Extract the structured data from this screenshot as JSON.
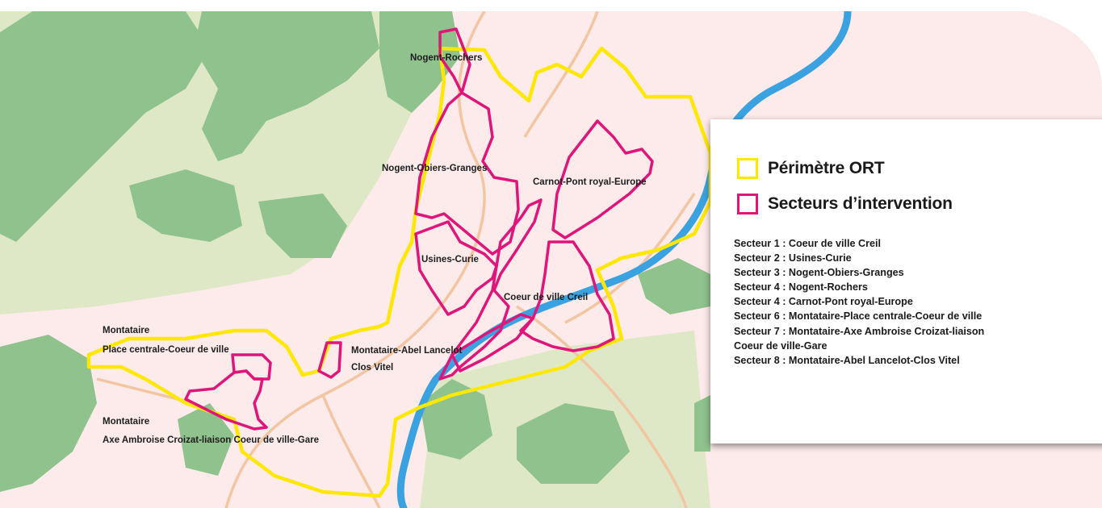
{
  "colors": {
    "background": "#fdeaea",
    "forest": "#8fc28c",
    "land": "#dfe8c6",
    "river": "#3aa2e0",
    "roads": "#f2c6a2",
    "ort_perimeter": "#ffe800",
    "intervention_sectors": "#e0157a"
  },
  "map_labels": {
    "nogent_rochers": "Nogent-Rochers",
    "nogent_obiers_granges": "Nogent-Obiers-Granges",
    "carnot_pont_royal_europe": "Carnot-Pont royal-Europe",
    "usines_curie": "Usines-Curie",
    "coeur_de_ville_creil": "Coeur de ville Creil",
    "montataire_place_line1": "Montataire",
    "montataire_place_line2": "Place centrale-Coeur de ville",
    "montataire_abel_line1": "Montataire-Abel Lancelot",
    "montataire_abel_line2": "Clos Vitel",
    "montataire_axe_line1": "Montataire",
    "montataire_axe_line2": "Axe Ambroise Croizat-liaison Coeur de ville-Gare"
  },
  "legend": {
    "ort_label": "Périmètre ORT",
    "sectors_label": "Secteurs d’intervention",
    "sectors": [
      "Secteur 1 : Coeur de ville Creil",
      "Secteur 2 : Usines-Curie",
      "Secteur 3 : Nogent-Obiers-Granges",
      "Secteur 4 : Nogent-Rochers",
      "Secteur 4 : Carnot-Pont royal-Europe",
      "Secteur 6 : Montataire-Place centrale-Coeur de ville",
      "Secteur 7 : Montataire-Axe Ambroise Croizat-liaison",
      "Coeur de ville-Gare",
      "Secteur 8 : Montataire-Abel Lancelot-Clos Vitel"
    ]
  }
}
